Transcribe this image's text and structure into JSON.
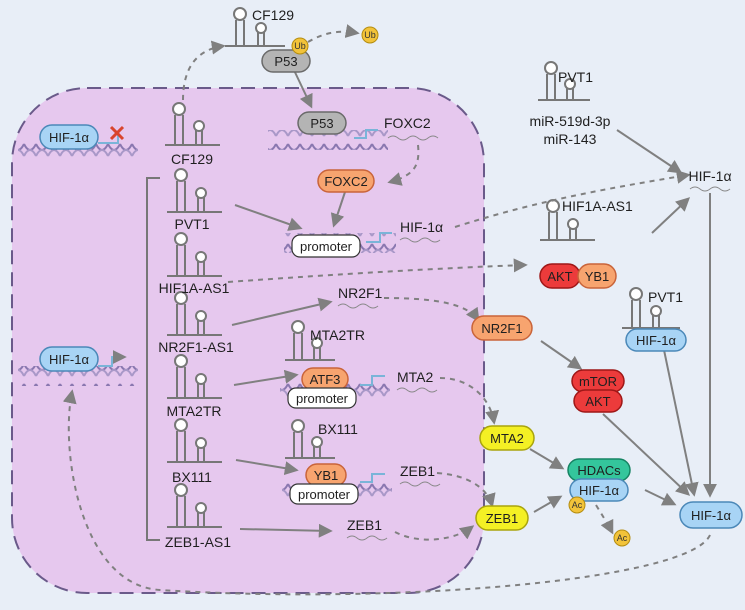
{
  "hif_top": "HIF-1α",
  "hif_left": "HIF-1α",
  "cf129_top": "CF129",
  "cf129_cell": "CF129",
  "p53_top": "P53",
  "p53_mid": "P53",
  "ub_1": "Ub",
  "ub_2": "Ub",
  "foxc2_gene": "FOXC2",
  "foxc2_protein": "FOXC2",
  "promoter_main": "promoter",
  "hif_mrna_main": "HIF-1α",
  "pvt1": "PVT1",
  "hif1a_as1": "HIF1A-AS1",
  "nr2f1_as1": "NR2F1-AS1",
  "mta2tr": "MTA2TR",
  "mta2tr_top": "MTA2TR",
  "bx111": "BX111",
  "bx111_top": "BX111",
  "zeb1_as1": "ZEB1-AS1",
  "nr2f1_mrna": "NR2F1",
  "atf3": "ATF3",
  "promoter_mta2": "promoter",
  "mta2_mrna": "MTA2",
  "yb1_cell": "YB1",
  "promoter_zeb1": "promoter",
  "zeb1_mrna_a": "ZEB1",
  "zeb1_mrna_b": "ZEB1",
  "pvt1_right": "PVT1",
  "mir_519": "miR-519d-3p",
  "mir_143": "miR-143",
  "hif_mrna_right": "HIF-1α",
  "hif1a_as1_right": "HIF1A-AS1",
  "akt_1": "AKT",
  "yb1_right": "YB1",
  "pvt1_right2": "PVT1",
  "hif_bound": "HIF-1α",
  "nr2f1_protein": "NR2F1",
  "mtor": "mTOR",
  "akt_2": "AKT",
  "mta2_protein": "MTA2",
  "hdacs": "HDACs",
  "hif_hdac": "HIF-1α",
  "ac_1": "Ac",
  "ac_2": "Ac",
  "zeb1_protein": "ZEB1",
  "hif_final": "HIF-1α",
  "colors": {
    "cell": "#e6c8ee",
    "cell_border": "#6a5a8a",
    "dna": "#8a78b0",
    "rna": "#777777",
    "hif_pill": "#a8d4f5",
    "orange_pill": "#f7a46f",
    "red_pill": "#ec3b3b",
    "yellow_pill": "#f4f024",
    "green_pill": "#34c69c",
    "grey_pill": "#b4b4b4",
    "ub": "#f2c33a",
    "arrow": "#808080"
  }
}
